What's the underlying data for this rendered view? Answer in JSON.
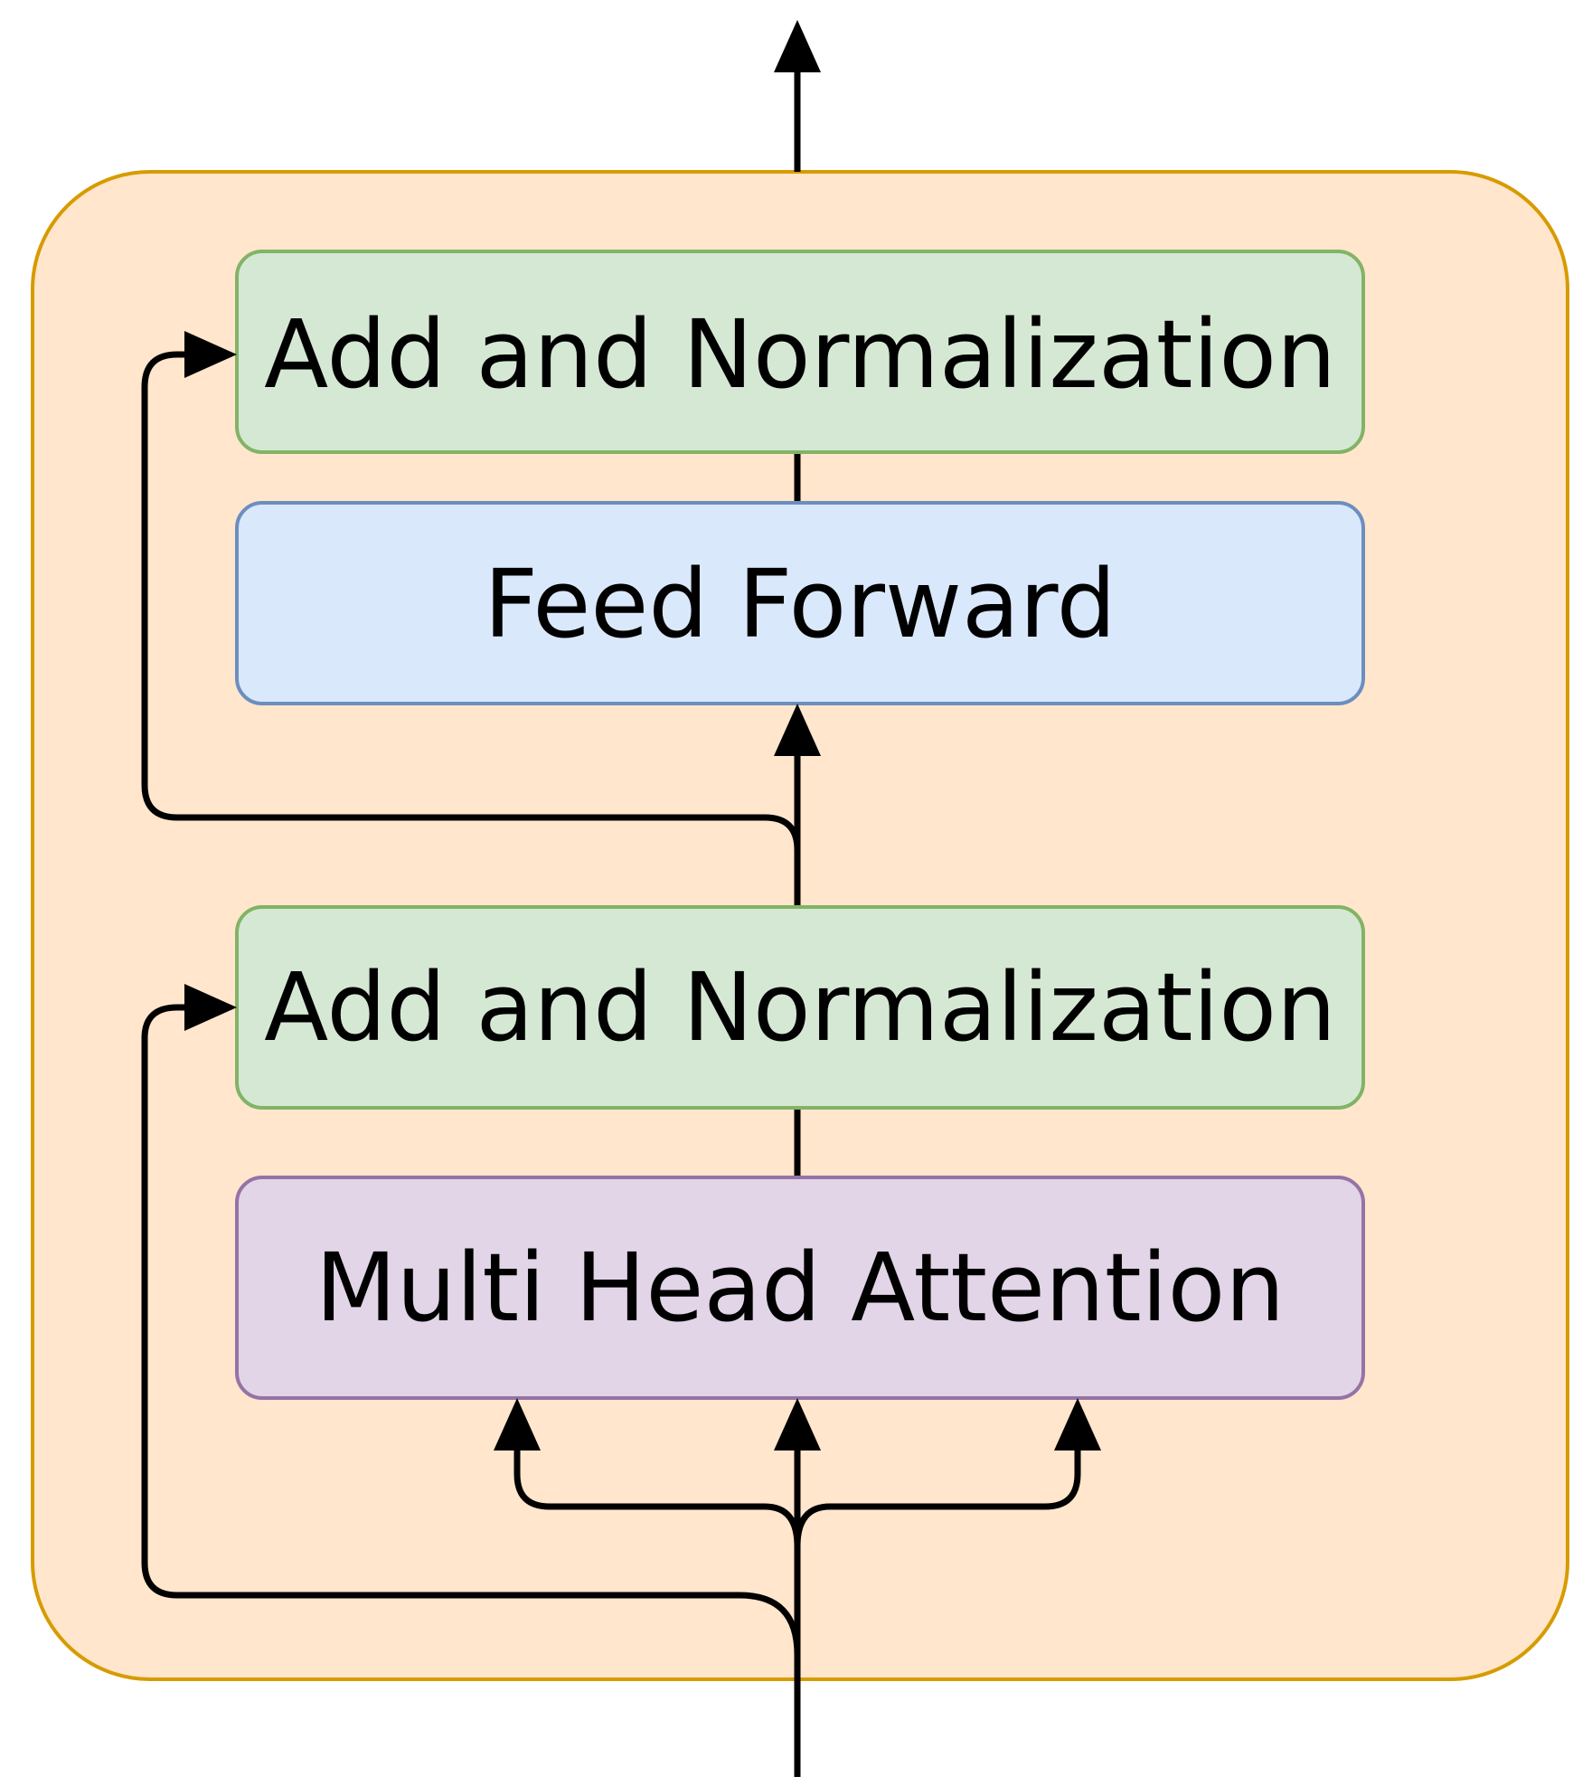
{
  "colors": {
    "container_fill": "#ffe6cc",
    "container_stroke": "#d79b00",
    "add_norm_fill": "#d5e8d4",
    "add_norm_stroke": "#82b366",
    "feed_forward_fill": "#dae8fc",
    "feed_forward_stroke": "#6c8ebf",
    "attention_fill": "#e1d5e7",
    "attention_stroke": "#9673a6",
    "arrow": "#000000"
  },
  "blocks": {
    "add_norm_top": {
      "label": "Add and Normalization"
    },
    "feed_forward": {
      "label": "Feed Forward"
    },
    "add_norm_bottom": {
      "label": "Add and Normalization"
    },
    "multi_head_attention": {
      "label": "Multi Head Attention"
    }
  }
}
